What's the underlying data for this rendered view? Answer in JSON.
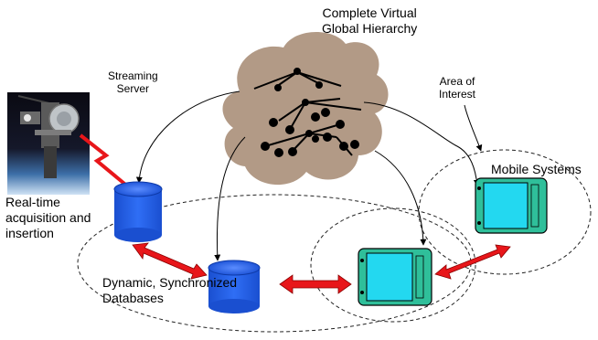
{
  "labels": {
    "hierarchy_line1": "Complete Virtual",
    "hierarchy_line2": "Global Hierarchy",
    "streaming_line1": "Streaming",
    "streaming_line2": "Server",
    "area_line1": "Area of",
    "area_line2": "Interest",
    "mobile": "Mobile Systems",
    "realtime_line1": "Real-time",
    "realtime_line2": "acquisition and",
    "realtime_line3": "insertion",
    "dynamic_line1": "Dynamic, Synchronized",
    "dynamic_line2": "Databases"
  },
  "colors": {
    "cloud": "#b29a86",
    "database": "#1f66f0",
    "device_body": "#2fbf9a",
    "device_screen": "#23d8f0",
    "arrow": "#e8161a",
    "connector": "#000000"
  }
}
